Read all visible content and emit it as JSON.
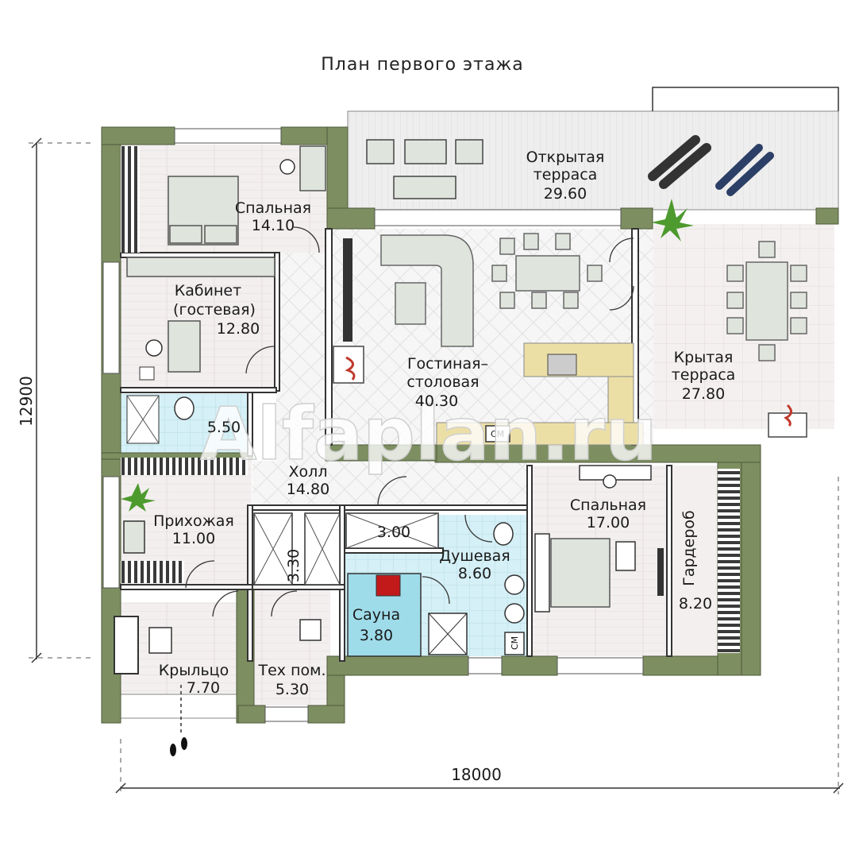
{
  "title": "План первого этажа",
  "dimensions": {
    "width": "18000",
    "height": "12900"
  },
  "watermark": "Alfaplan.ru",
  "rooms": {
    "bedroom1": {
      "name": "Спальная",
      "area": "14.10"
    },
    "terrace_open": {
      "name1": "Открытая",
      "name2": "терраса",
      "area": "29.60"
    },
    "office": {
      "name1": "Кабинет",
      "name2": "(гостевая)",
      "area": "12.80"
    },
    "living": {
      "name1": "Гостиная–",
      "name2": "столовая",
      "area": "40.30"
    },
    "terrace_covered": {
      "name1": "Крытая",
      "name2": "терраса",
      "area": "27.80"
    },
    "bath1": {
      "area": "5.50"
    },
    "hall": {
      "name": "Холл",
      "area": "14.80"
    },
    "entry": {
      "name": "Прихожая",
      "area": "11.00"
    },
    "closet1": {
      "area": "3.30"
    },
    "closet2": {
      "area": "3.00"
    },
    "shower": {
      "name": "Душевая",
      "area": "8.60"
    },
    "sauna": {
      "name": "Сауна",
      "area": "3.80"
    },
    "bedroom2": {
      "name": "Спальная",
      "area": "17.00"
    },
    "wardrobe": {
      "name": "Гардероб",
      "area": "8.20"
    },
    "porch": {
      "name": "Крыльцо",
      "area": "7.70"
    },
    "tech": {
      "name": "Тех пом.",
      "area": "5.30"
    }
  },
  "appliance_labels": {
    "washer1": "СМ",
    "washer2": "СМ"
  },
  "colors": {
    "wall": "#7d8f61",
    "floor_light": "#f2ecec",
    "tile_blue": "#cfeef6",
    "kitchen_counter": "#ecdfa6",
    "furniture": "#dfe4dd"
  }
}
